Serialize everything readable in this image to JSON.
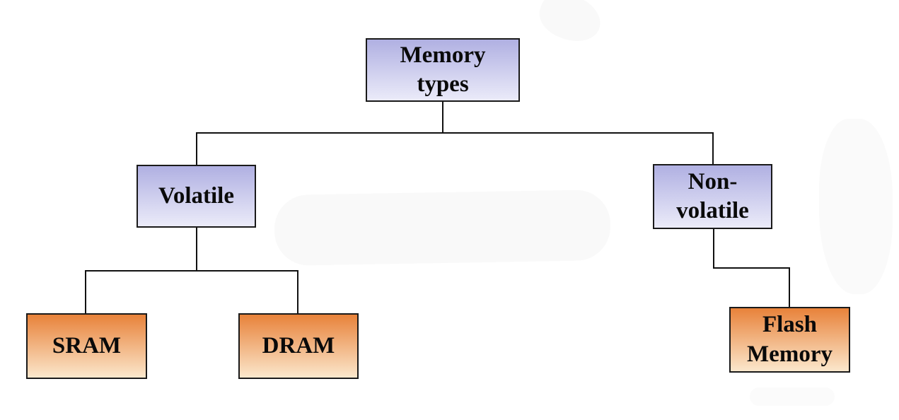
{
  "diagram_type": "tree",
  "nodes": {
    "memory_types": {
      "lines": [
        "Memory",
        "types"
      ]
    },
    "volatile": {
      "lines": [
        "Volatile"
      ]
    },
    "non_volatile": {
      "lines": [
        "Non-",
        "volatile"
      ]
    },
    "sram": {
      "lines": [
        "SRAM"
      ]
    },
    "dram": {
      "lines": [
        "DRAM"
      ]
    },
    "flash_memory": {
      "lines": [
        "Flash",
        "Memory"
      ]
    }
  },
  "edges": [
    [
      "Memory types",
      "Volatile"
    ],
    [
      "Memory types",
      "Non-volatile"
    ],
    [
      "Volatile",
      "SRAM"
    ],
    [
      "Volatile",
      "DRAM"
    ],
    [
      "Non-volatile",
      "Flash Memory"
    ]
  ],
  "colors": {
    "purple_top": "#b0b0e2",
    "purple_bottom": "#ebebf9",
    "orange_top": "#e8823a",
    "orange_bottom": "#fbe7cc",
    "box_border": "#1a1a1a",
    "connector": "#111111",
    "text": "#0a0a0a"
  }
}
